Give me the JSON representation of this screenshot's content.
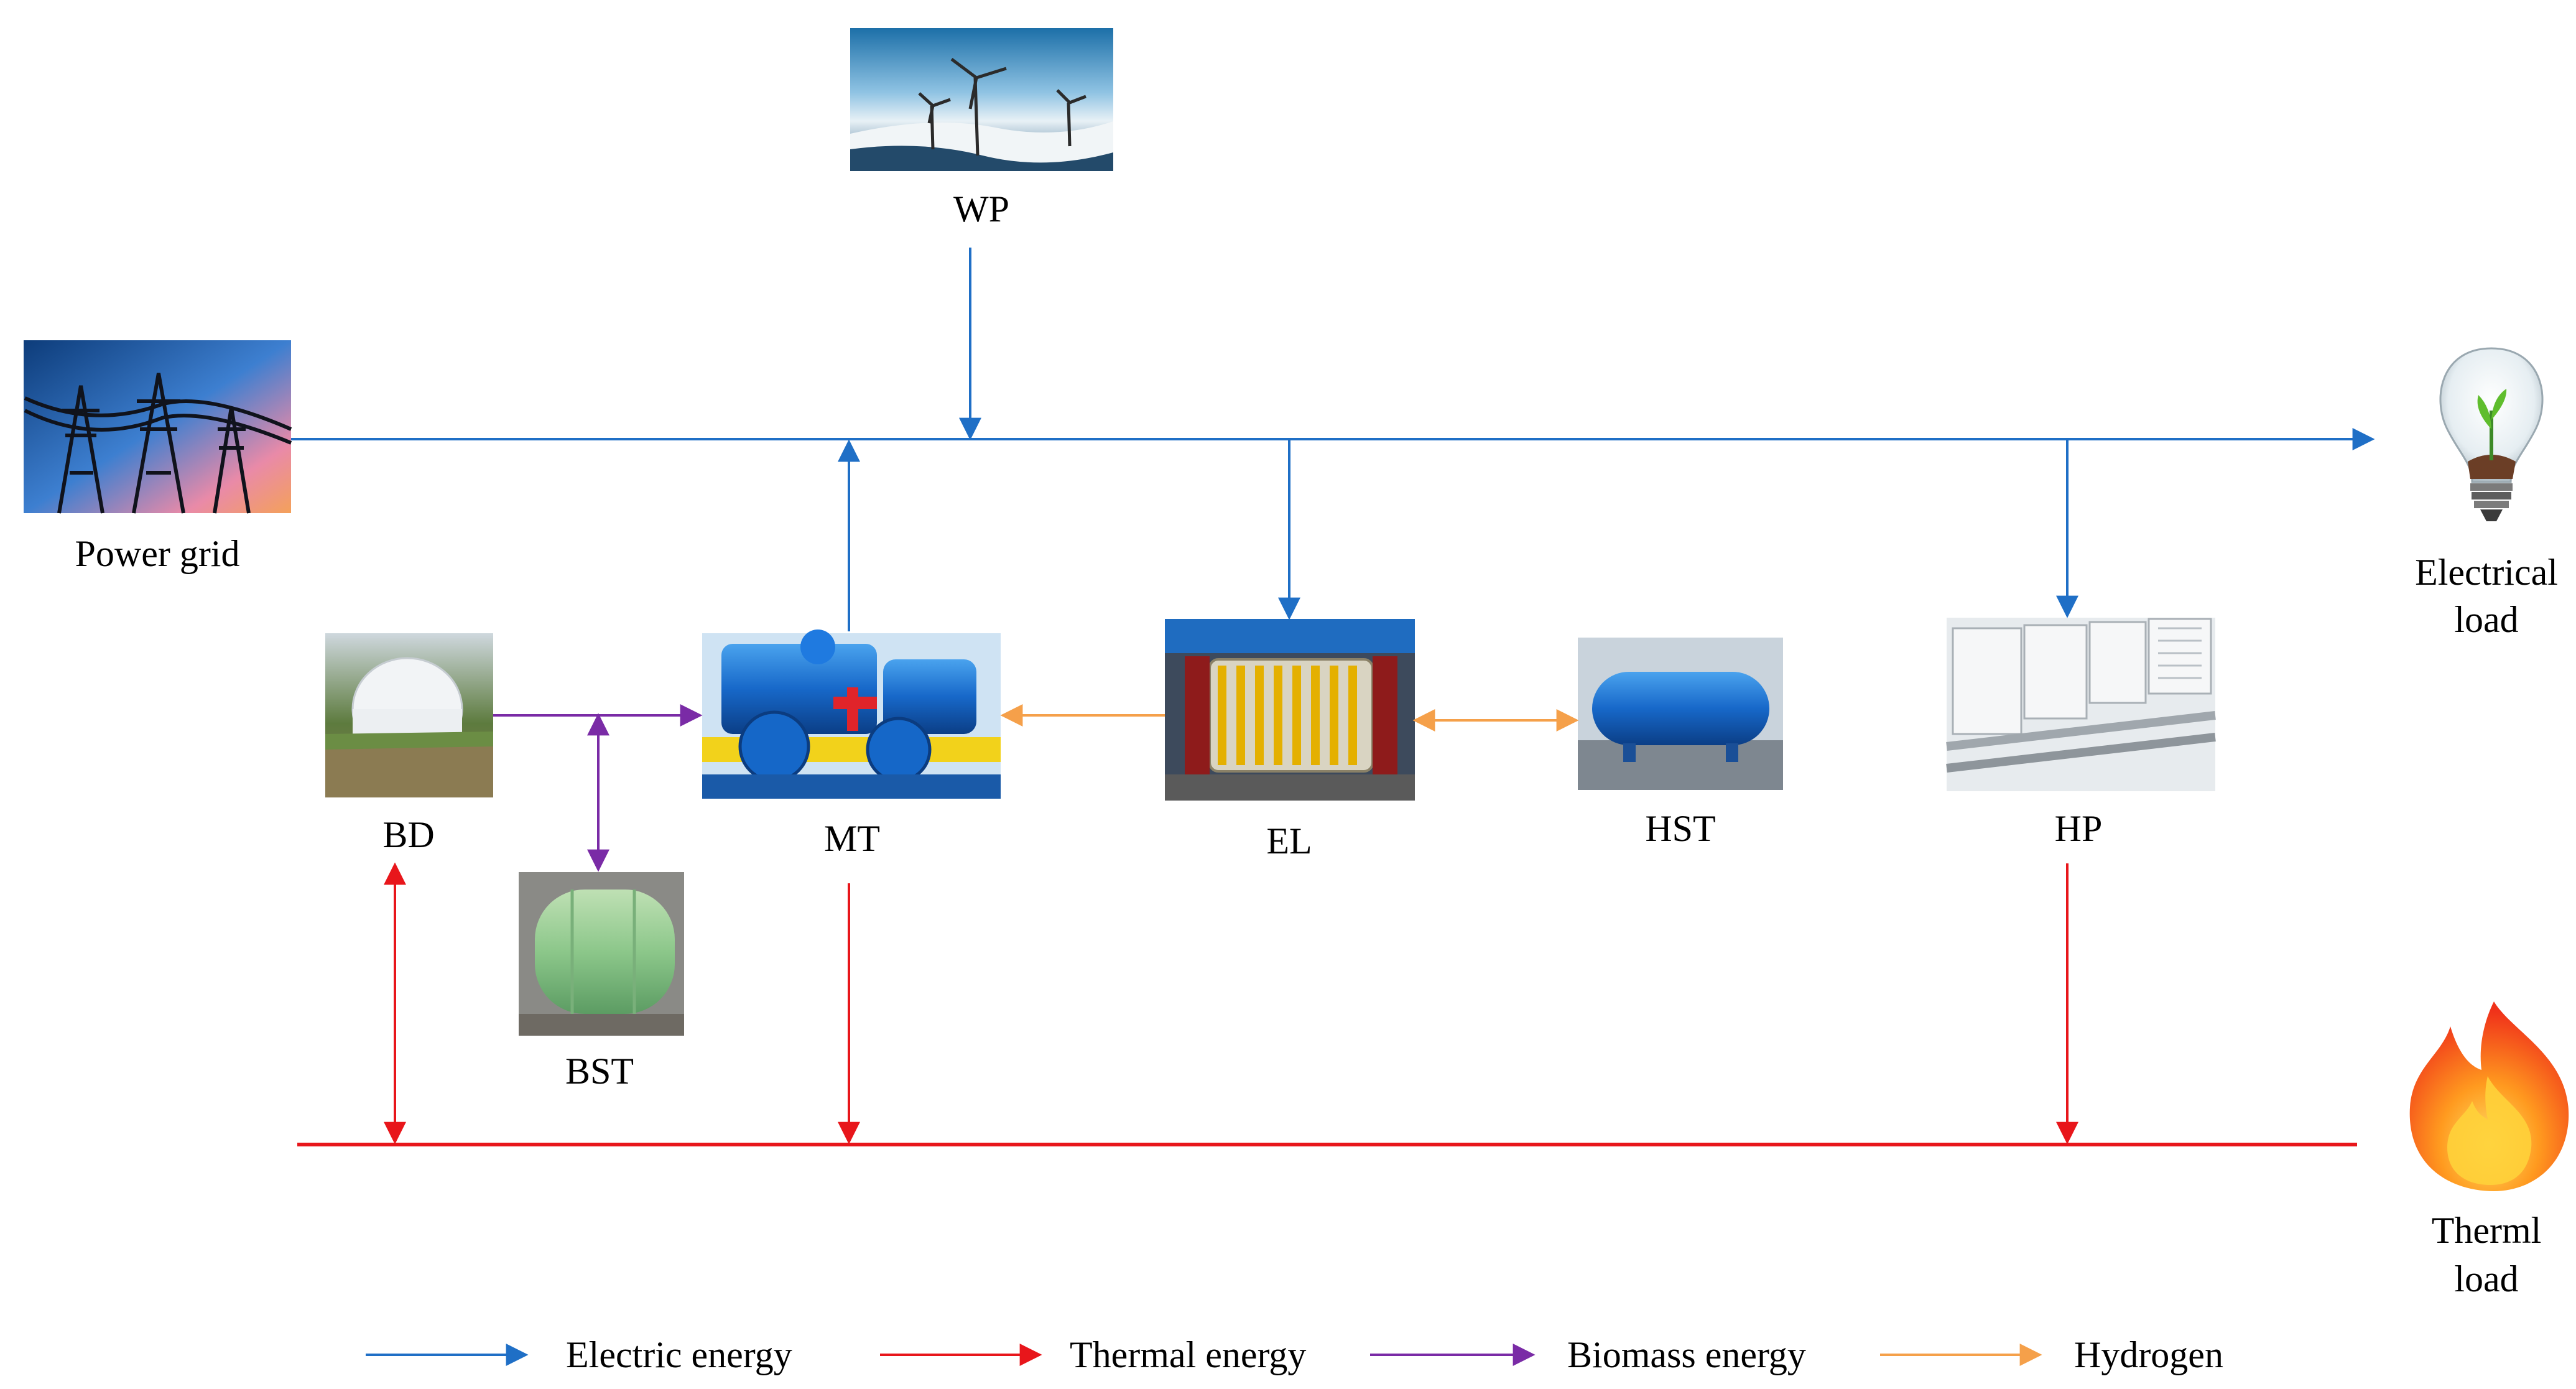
{
  "colors": {
    "electric": "#1F6FC6",
    "thermal": "#E8161B",
    "biomass": "#7A2BA6",
    "hydrogen": "#F5A04A"
  },
  "nodes": {
    "wp": {
      "label": "WP",
      "icon": "wind-turbine-photo"
    },
    "grid": {
      "label": "Power grid",
      "icon": "transmission-tower-photo"
    },
    "elec_load": {
      "line1": "Electrical",
      "line2": "load",
      "icon": "light-bulb-sprout-photo"
    },
    "bd": {
      "label": "BD",
      "icon": "biogas-digester-photo"
    },
    "mt": {
      "label": "MT",
      "icon": "micro-turbine-photo"
    },
    "el": {
      "label": "EL",
      "icon": "electrolyzer-photo"
    },
    "hst": {
      "label": "HST",
      "icon": "hydrogen-tank-photo"
    },
    "hp": {
      "label": "HP",
      "icon": "heat-pump-photo"
    },
    "bst": {
      "label": "BST",
      "icon": "biogas-tank-photo"
    },
    "therm_load": {
      "line1": "Therml",
      "line2": "load",
      "icon": "flame-photo"
    }
  },
  "legend": {
    "electric": "Electric energy",
    "thermal": "Thermal energy",
    "biomass": "Biomass energy",
    "hydrogen": "Hydrogen"
  }
}
